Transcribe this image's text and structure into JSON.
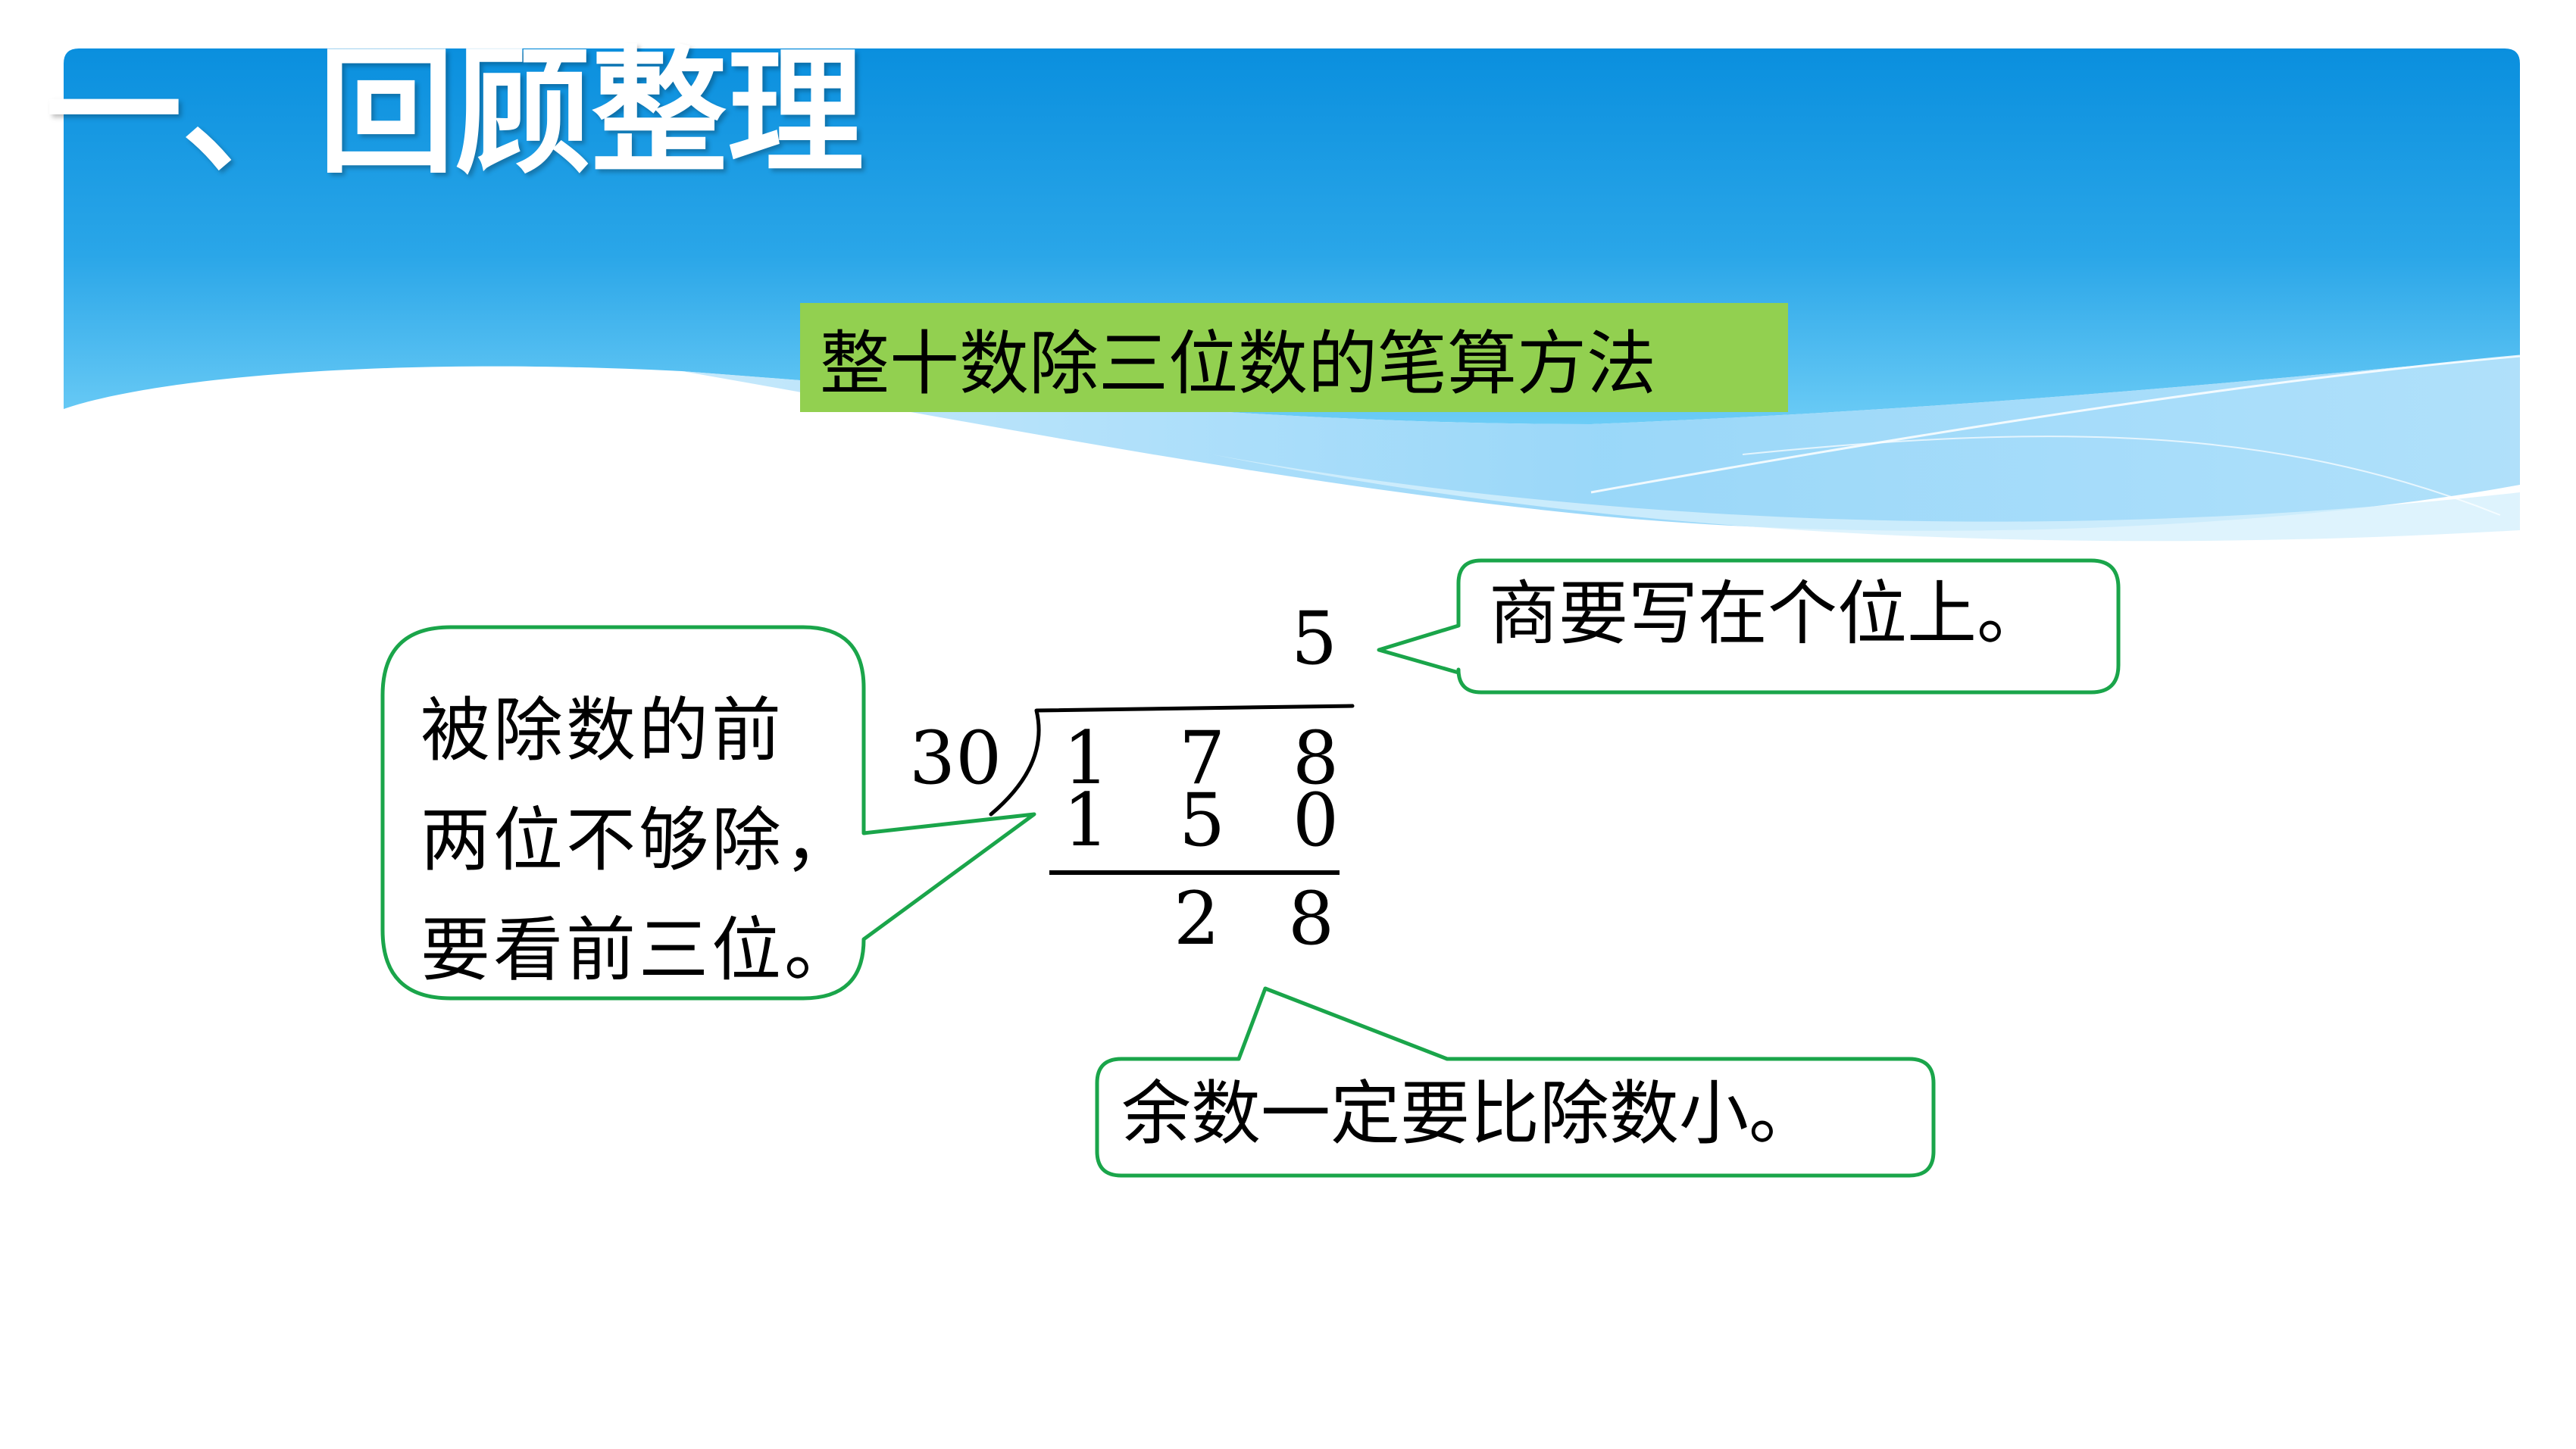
{
  "slide": {
    "section_title": "一、回顾整理",
    "subtitle": "整十数除三位数的笔算方法"
  },
  "division": {
    "divisor": "30",
    "dividend_digits": [
      "1",
      "7",
      "8"
    ],
    "quotient": "5",
    "product_digits": [
      "1",
      "5",
      "0"
    ],
    "remainder_digits": [
      "2",
      "8"
    ]
  },
  "callouts": {
    "dividend_note_lines": [
      "被除数的前",
      "两位不够除，",
      "要看前三位。"
    ],
    "quotient_note": "商要写在个位上。",
    "remainder_note": "余数一定要比除数小。"
  },
  "colors": {
    "banner_top": "#0a8fde",
    "banner_bottom": "#54c3f4",
    "subtitle_fill": "#92d050",
    "callout_border": "#1aa54a"
  }
}
